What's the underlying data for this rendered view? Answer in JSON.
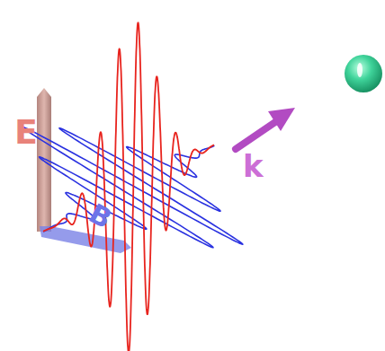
{
  "diagram": {
    "labels": [
      "E",
      "B",
      "k"
    ]
  }
}
